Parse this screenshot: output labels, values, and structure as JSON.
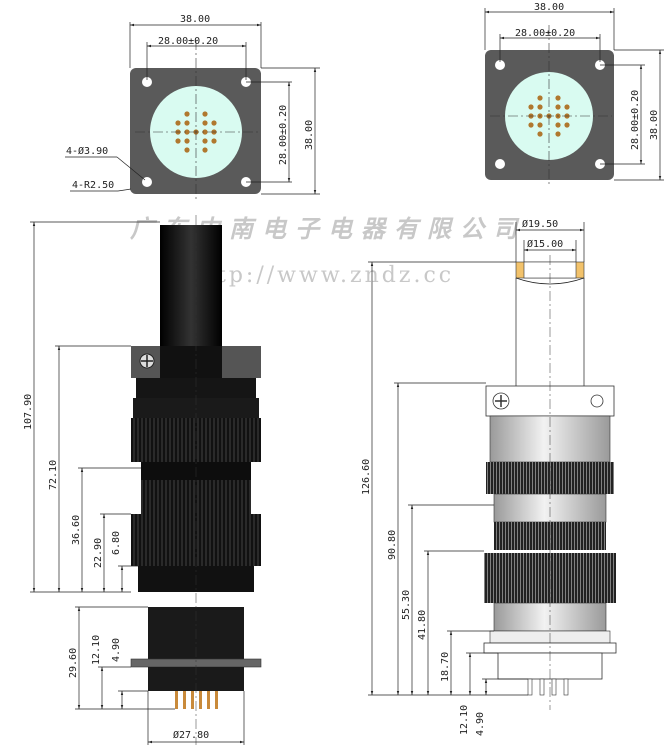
{
  "watermark": {
    "company": "广东中南电子电器有限公司",
    "url": "http://www.zndz.cc"
  },
  "left_flange": {
    "width": "38.00",
    "hole_spacing_h": "28.00±0.20",
    "hole_spacing_v": "28.00±0.20",
    "height": "38.00",
    "holes": "4-Ø3.90",
    "corner_radius": "4-R2.50"
  },
  "right_flange": {
    "width": "38.00",
    "hole_spacing_h": "28.00±0.20",
    "hole_spacing_v": "28.00±0.20",
    "height": "38.00"
  },
  "left_side": {
    "total": "107.90",
    "d2": "72.10",
    "d3": "36.60",
    "d4": "22.90",
    "d5": "6.80",
    "d6": "29.60",
    "d7": "12.10",
    "d8": "4.90",
    "diameter": "Ø27.80"
  },
  "right_side": {
    "outer_dia": "Ø19.50",
    "inner_dia": "Ø15.00",
    "total": "126.60",
    "d2": "90.80",
    "d3": "55.30",
    "d4": "41.80",
    "d5": "18.70",
    "d6": "12.10",
    "d7": "4.90"
  }
}
